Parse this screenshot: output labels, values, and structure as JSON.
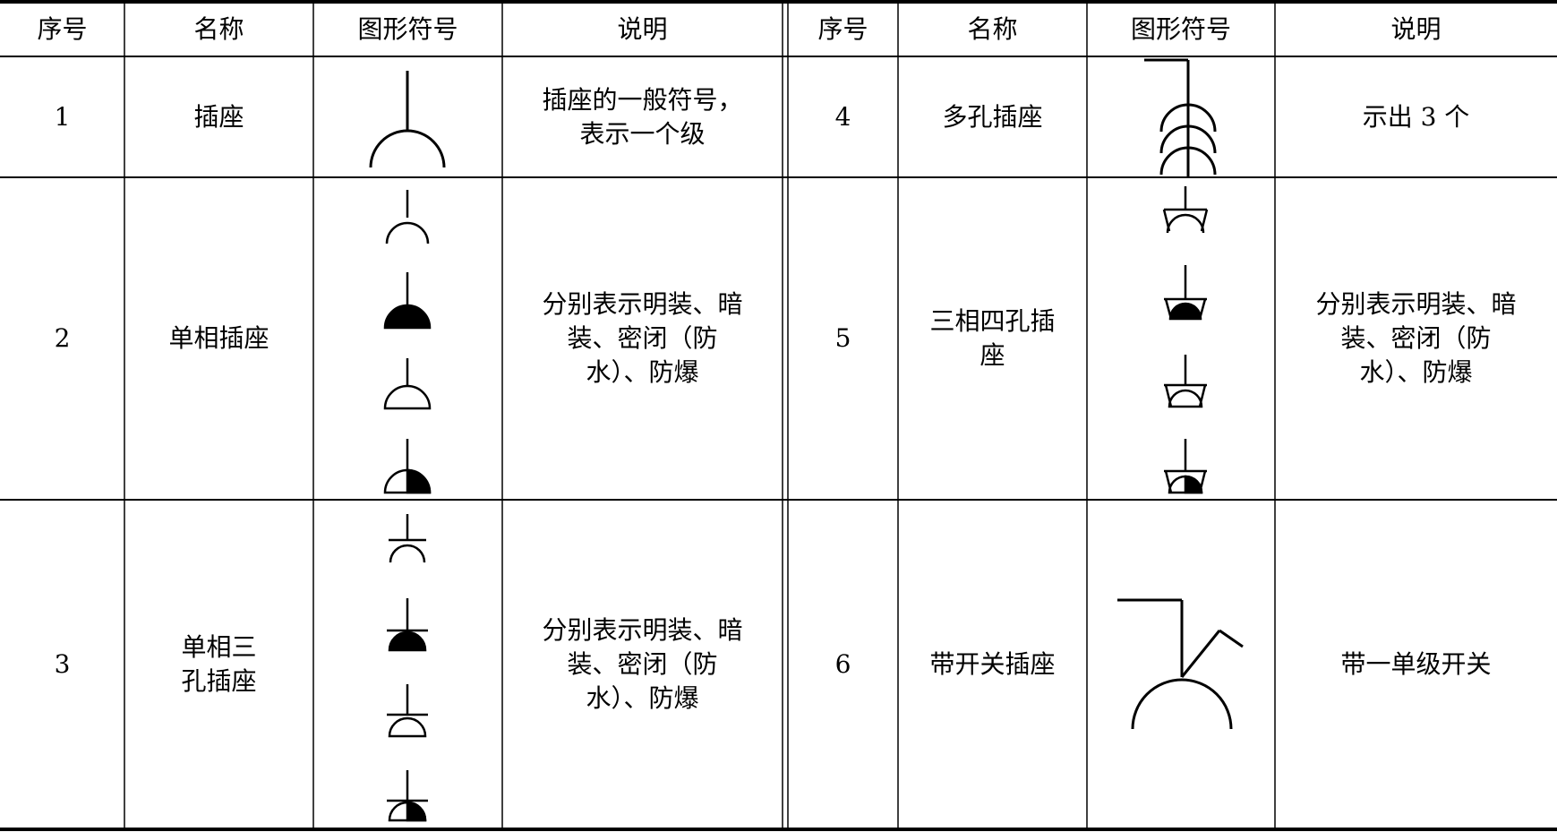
{
  "table": {
    "headers": [
      "序号",
      "名称",
      "图形符号",
      "说明",
      "序号",
      "名称",
      "图形符号",
      "说明"
    ],
    "rows": [
      {
        "left": {
          "no": "1",
          "name": [
            "插座"
          ],
          "desc": [
            "插座的一般符号，",
            "表示一个级"
          ],
          "symbol_icon": "socket-general-icon"
        },
        "right": {
          "no": "4",
          "name": [
            "多孔插座"
          ],
          "desc": [
            "示出 3 个"
          ],
          "symbol_icon": "multi-socket-icon"
        }
      },
      {
        "left": {
          "no": "2",
          "name": [
            "单相插座"
          ],
          "desc": [
            "分别表示明装、暗",
            "装、密闭（防",
            "水）、防爆"
          ],
          "symbol_icon": "single-phase-socket-icons"
        },
        "right": {
          "no": "5",
          "name": [
            "三相四孔插",
            "座"
          ],
          "desc": [
            "分别表示明装、暗",
            "装、密闭（防",
            "水）、防爆"
          ],
          "symbol_icon": "three-phase-four-hole-socket-icons"
        }
      },
      {
        "left": {
          "no": "3",
          "name": [
            "单相三",
            "孔插座"
          ],
          "desc": [
            "分别表示明装、暗",
            "装、密闭（防",
            "水）、防爆"
          ],
          "symbol_icon": "single-phase-three-hole-socket-icons"
        },
        "right": {
          "no": "6",
          "name": [
            "带开关插座"
          ],
          "desc": [
            "带一单级开关"
          ],
          "symbol_icon": "switched-socket-icon"
        }
      }
    ]
  }
}
